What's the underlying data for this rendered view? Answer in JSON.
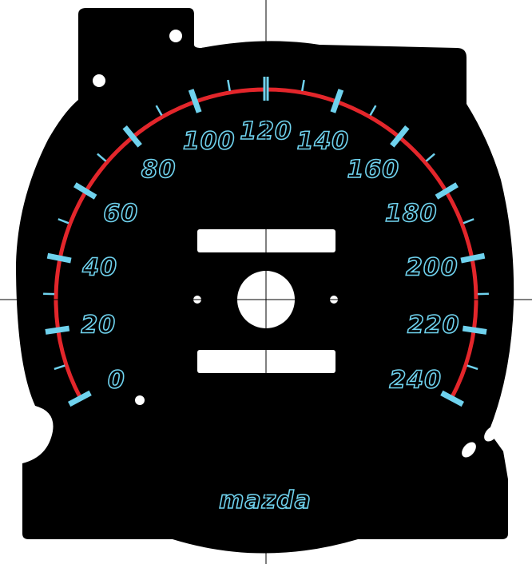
{
  "gauge": {
    "brand": "mazda",
    "scale_labels": [
      "0",
      "20",
      "40",
      "60",
      "80",
      "100",
      "120",
      "140",
      "160",
      "180",
      "200",
      "220",
      "240"
    ],
    "scale_min": 0,
    "scale_max": 240,
    "major_step": 20,
    "minor_step": 10,
    "colors": {
      "face": "#000000",
      "background": "#ffffff",
      "ring": "#e3262b",
      "ticks": "#6fd2ee",
      "label_outline": "#6fd2ee",
      "guide_lines": "#000000",
      "cutouts": "#ffffff"
    }
  }
}
